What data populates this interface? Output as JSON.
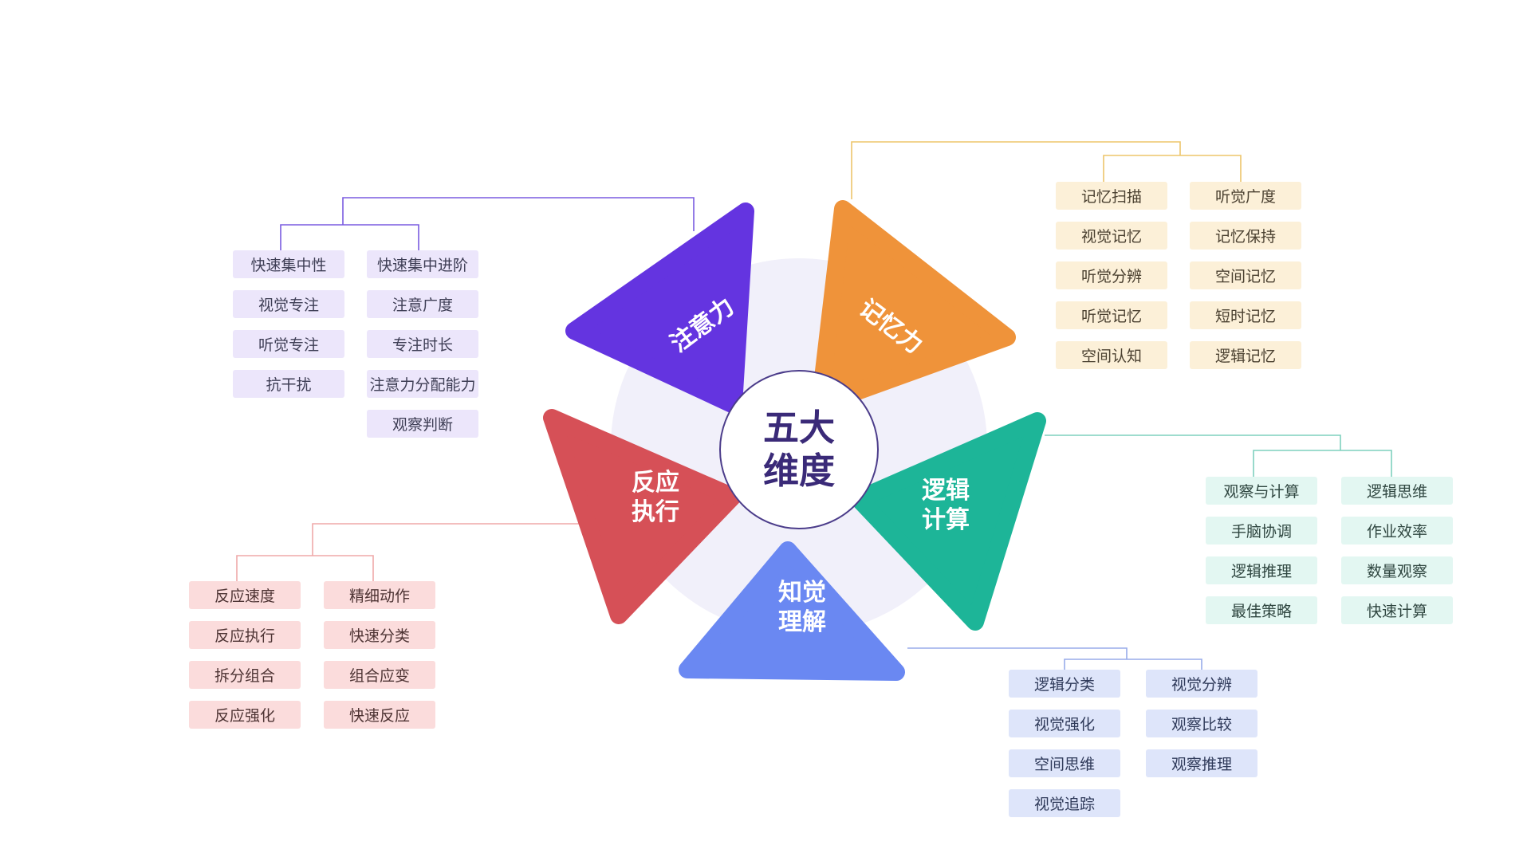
{
  "hub": {
    "line1": "五大",
    "line2": "维度"
  },
  "colors": {
    "attention": "#6434E0",
    "memory": "#EF933A",
    "logic": "#1DB598",
    "perception": "#6A88F2",
    "reaction": "#D65057",
    "halo": "#F1F0FA",
    "hub_border": "#4B3C8A"
  },
  "segments": {
    "attention": {
      "label": "注意力"
    },
    "memory": {
      "label": "记忆力"
    },
    "logic": {
      "line1": "逻辑",
      "line2": "计算"
    },
    "perception": {
      "line1": "知觉",
      "line2": "理解"
    },
    "reaction": {
      "line1": "反应",
      "line2": "执行"
    }
  },
  "groups": {
    "attention": {
      "left": [
        "快速集中性",
        "视觉专注",
        "听觉专注",
        "抗干扰"
      ],
      "right": [
        "快速集中进阶",
        "注意广度",
        "专注时长",
        "注意力分配能力",
        "观察判断"
      ]
    },
    "memory": {
      "left": [
        "记忆扫描",
        "视觉记忆",
        "听觉分辨",
        "听觉记忆",
        "空间认知"
      ],
      "right": [
        "听觉广度",
        "记忆保持",
        "空间记忆",
        "短时记忆",
        "逻辑记忆"
      ]
    },
    "logic": {
      "left": [
        "观察与计算",
        "手脑协调",
        "逻辑推理",
        "最佳策略"
      ],
      "right": [
        "逻辑思维",
        "作业效率",
        "数量观察",
        "快速计算"
      ]
    },
    "perception": {
      "left": [
        "逻辑分类",
        "视觉强化",
        "空间思维",
        "视觉追踪"
      ],
      "right": [
        "视觉分辨",
        "观察比较",
        "观察推理"
      ]
    },
    "reaction": {
      "left": [
        "反应速度",
        "反应执行",
        "拆分组合",
        "反应强化"
      ],
      "right": [
        "精细动作",
        "快速分类",
        "组合应变",
        "快速反应"
      ]
    }
  }
}
